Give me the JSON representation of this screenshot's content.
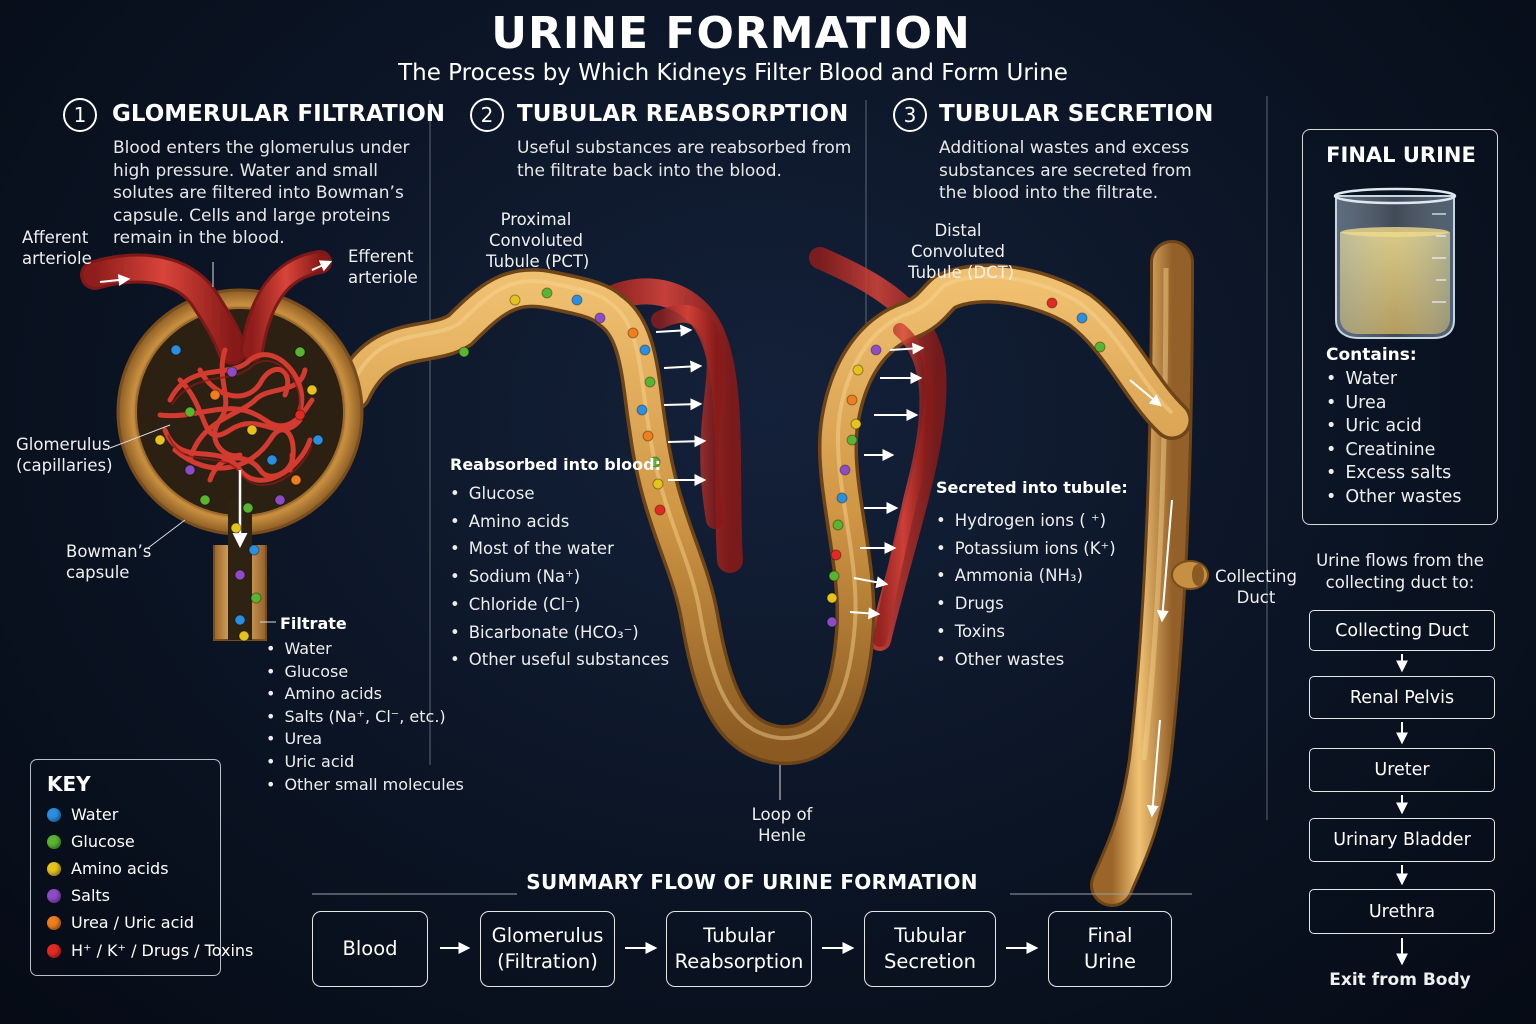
{
  "title": "URINE FORMATION",
  "subtitle": "The Process by Which Kidneys Filter Blood and Form Urine",
  "sections": [
    {
      "number": "1",
      "heading": "GLOMERULAR FILTRATION",
      "text": [
        "Blood enters the glomerulus under",
        "high pressure. Water and small",
        "solutes are filtered into Bowman’s",
        "capsule. Cells and large proteins",
        "remain in the blood."
      ]
    },
    {
      "number": "2",
      "heading": "TUBULAR REABSORPTION",
      "text": [
        "Useful substances are reabsorbed from",
        "the filtrate back into the blood."
      ]
    },
    {
      "number": "3",
      "heading": "TUBULAR SECRETION",
      "text": [
        "Additional wastes and excess",
        "substances are secreted from",
        "the blood into the filtrate."
      ]
    }
  ],
  "labels": {
    "afferent": [
      "Afferent",
      "arteriole"
    ],
    "efferent": [
      "Efferent",
      "arteriole"
    ],
    "glomerulus": [
      "Glomerulus",
      "(capillaries)"
    ],
    "bowmans": [
      "Bowman’s",
      "capsule"
    ],
    "pct": [
      "Proximal",
      "Convoluted",
      "Tubule (PCT)"
    ],
    "dct": [
      "Distal",
      "Convoluted",
      "Tubule (DCT)"
    ],
    "loop": [
      "Loop of",
      "Henle"
    ],
    "collecting": [
      "Collecting",
      "Duct"
    ]
  },
  "filtrate": {
    "heading": "Filtrate",
    "items": [
      "Water",
      "Glucose",
      "Amino acids",
      "Salts (Na⁺, Cl⁻, etc.)",
      "Urea",
      "Uric acid",
      "Other small molecules"
    ]
  },
  "reabsorbed": {
    "heading": "Reabsorbed into blood:",
    "items": [
      "Glucose",
      "Amino acids",
      "Most of the water",
      "Sodium (Na⁺)",
      "Chloride (Cl⁻)",
      "Bicarbonate (HCO₃⁻)",
      "Other useful substances"
    ]
  },
  "secreted": {
    "heading": "Secreted into tubule:",
    "items": [
      "Hydrogen ions (  ⁺)",
      "Potassium ions (K⁺)",
      "Ammonia (NH₃)",
      "Drugs",
      "Toxins",
      "Other wastes"
    ]
  },
  "key": {
    "heading": "KEY",
    "items": [
      {
        "label": "Water",
        "color": "#2a8fe0"
      },
      {
        "label": "Glucose",
        "color": "#59b531"
      },
      {
        "label": "Amino acids",
        "color": "#e5c21c"
      },
      {
        "label": "Salts",
        "color": "#8e4bc8"
      },
      {
        "label": "Urea / Uric acid",
        "color": "#ee7f1c"
      },
      {
        "label": "H⁺ / K⁺ / Drugs / Toxins",
        "color": "#e32a22"
      }
    ]
  },
  "summary": {
    "heading": "SUMMARY FLOW OF URINE FORMATION",
    "steps": [
      [
        "Blood"
      ],
      [
        "Glomerulus",
        "(Filtration)"
      ],
      [
        "Tubular",
        "Reabsorption"
      ],
      [
        "Tubular",
        "Secretion"
      ],
      [
        "Final",
        "Urine"
      ]
    ]
  },
  "final_urine": {
    "heading": "FINAL URINE",
    "contains_label": "Contains:",
    "items": [
      "Water",
      "Urea",
      "Uric acid",
      "Creatinine",
      "Excess salts",
      "Other wastes"
    ]
  },
  "urine_path": {
    "intro": [
      "Urine flows from the",
      "collecting duct to:"
    ],
    "steps": [
      "Collecting Duct",
      "Renal Pelvis",
      "Ureter",
      "Urinary Bladder",
      "Urethra"
    ],
    "end": "Exit from Body"
  },
  "colors": {
    "tubule": "#d19a45",
    "vessel": "#c92f2a",
    "urine": "#d4b24c"
  }
}
